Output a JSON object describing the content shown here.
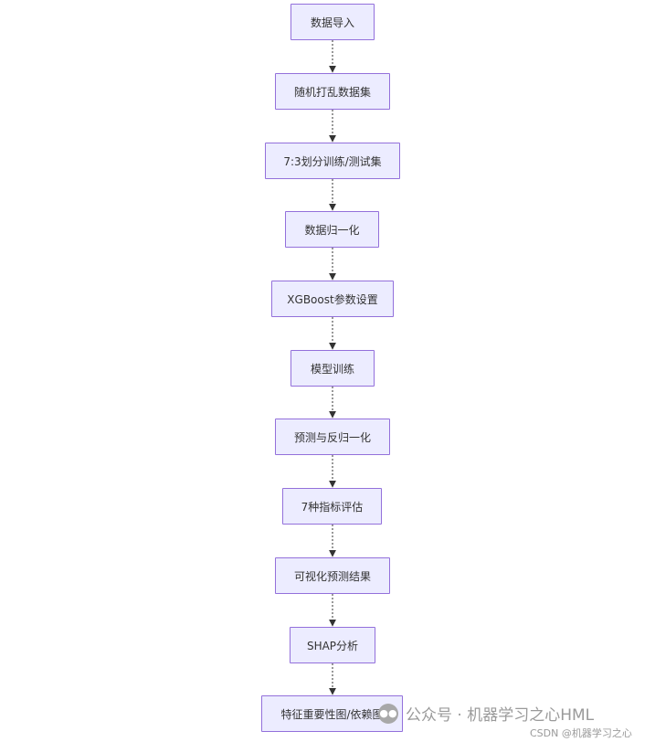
{
  "diagram": {
    "type": "flowchart",
    "direction": "top-down",
    "colors": {
      "node_fill": "#ececff",
      "node_border": "#9370db",
      "edge": "#333333",
      "text": "#333333"
    },
    "nodes": [
      {
        "id": "n1",
        "label": "数据导入"
      },
      {
        "id": "n2",
        "label": "随机打乱数据集"
      },
      {
        "id": "n3",
        "label": "7:3划分训练/测试集"
      },
      {
        "id": "n4",
        "label": "数据归一化"
      },
      {
        "id": "n5",
        "label": "XGBoost参数设置"
      },
      {
        "id": "n6",
        "label": "模型训练"
      },
      {
        "id": "n7",
        "label": "预测与反归一化"
      },
      {
        "id": "n8",
        "label": "7种指标评估"
      },
      {
        "id": "n9",
        "label": "可视化预测结果"
      },
      {
        "id": "n10",
        "label": "SHAP分析"
      },
      {
        "id": "n11",
        "label": "特征重要性图/依赖图"
      }
    ],
    "edges": [
      {
        "from": "n1",
        "to": "n2"
      },
      {
        "from": "n2",
        "to": "n3"
      },
      {
        "from": "n3",
        "to": "n4"
      },
      {
        "from": "n4",
        "to": "n5"
      },
      {
        "from": "n5",
        "to": "n6"
      },
      {
        "from": "n6",
        "to": "n7"
      },
      {
        "from": "n7",
        "to": "n8"
      },
      {
        "from": "n8",
        "to": "n9"
      },
      {
        "from": "n9",
        "to": "n10"
      },
      {
        "from": "n10",
        "to": "n11"
      }
    ]
  },
  "watermark": {
    "icon": "wechat-icon",
    "main_text": "公众号 · 机器学习之心HML",
    "sub_text": "CSDN @机器学习之心"
  }
}
